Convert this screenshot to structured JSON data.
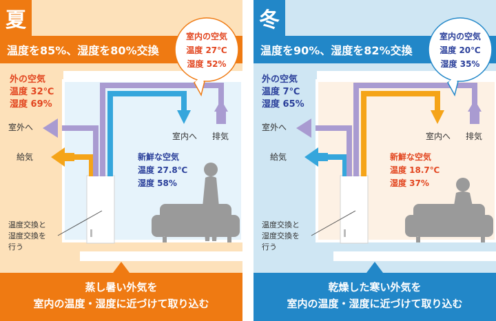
{
  "colors": {
    "summer_accent": "#ef7a12",
    "winter_accent": "#2287c8",
    "summer_bg": "#fde1ba",
    "winter_bg": "#cfe6f3",
    "room_glass": "#e6f3fb",
    "supply_summer": "#f5a418",
    "supply_winter": "#35a6dc",
    "exhaust": "#a99bd1",
    "red_text": "#e2451f",
    "blue_text": "#2a3f9a",
    "furniture": "#9a9a9a"
  },
  "summer": {
    "season_label": "夏",
    "header": "温度を85%、湿度を80%交換",
    "indoor_bubble": {
      "title": "室内の空気",
      "temp": "温度 27℃",
      "humidity": "湿度 52%"
    },
    "outdoor_air": {
      "title": "外の空気",
      "temp": "温度 32℃",
      "humidity": "湿度 69%"
    },
    "fresh_air": {
      "title": "新鮮な空気",
      "temp": "温度 27.8℃",
      "humidity": "湿度 58%"
    },
    "labels": {
      "to_outside": "室外へ",
      "supply": "給気",
      "to_room": "室内へ",
      "exhaust": "排気",
      "unit_desc": [
        "温度交換と",
        "湿度交換を",
        "行う"
      ]
    },
    "caption": [
      "蒸し暑い外気を",
      "室内の温度・湿度に近づけて取り込む"
    ]
  },
  "winter": {
    "season_label": "冬",
    "header": "温度を90%、湿度を82%交換",
    "indoor_bubble": {
      "title": "室内の空気",
      "temp": "温度 20℃",
      "humidity": "湿度 35%"
    },
    "outdoor_air": {
      "title": "外の空気",
      "temp": "温度 7℃",
      "humidity": "湿度 65%"
    },
    "fresh_air": {
      "title": "新鮮な空気",
      "temp": "温度 18.7℃",
      "humidity": "湿度 37%"
    },
    "labels": {
      "to_outside": "室外へ",
      "supply": "給気",
      "to_room": "室内へ",
      "exhaust": "排気",
      "unit_desc": [
        "温度交換と",
        "湿度交換を",
        "行う"
      ]
    },
    "caption": [
      "乾燥した寒い外気を",
      "室内の温度・湿度に近づけて取り込む"
    ]
  }
}
